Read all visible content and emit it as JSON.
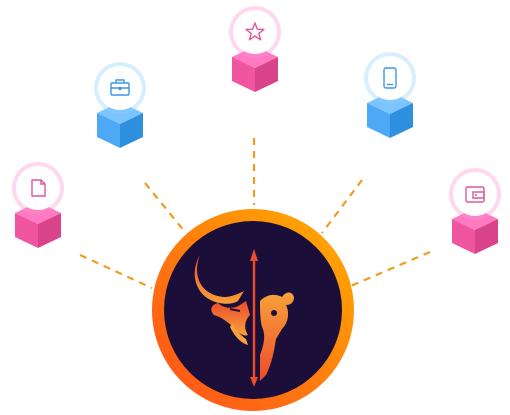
{
  "colors": {
    "pink_top": "#ff7ac3",
    "pink_left": "#f0559f",
    "pink_right": "#d8438a",
    "pink_icon": "#e0569a",
    "pink_glow": "#ff8fcf",
    "blue_top": "#7cc4ff",
    "blue_left": "#4da9f5",
    "blue_right": "#2f8fdf",
    "blue_icon": "#3a97e6",
    "blue_glow": "#8fd0ff",
    "dash": "#f39a1f",
    "ring_start": "#ff4d1a",
    "ring_end": "#ffb000",
    "hub_bg": "#1b0f3a",
    "bull_light": "#f7a23a",
    "bull_dark": "#ee4b2b"
  },
  "nodes": [
    {
      "id": "document",
      "icon": "document-icon",
      "theme": "pink"
    },
    {
      "id": "briefcase",
      "icon": "briefcase-icon",
      "theme": "blue"
    },
    {
      "id": "star",
      "icon": "star-icon",
      "theme": "pink"
    },
    {
      "id": "phone",
      "icon": "phone-icon",
      "theme": "blue"
    },
    {
      "id": "wallet",
      "icon": "wallet-icon",
      "theme": "pink"
    }
  ],
  "hub": {
    "logo": "bull-bear-logo"
  }
}
